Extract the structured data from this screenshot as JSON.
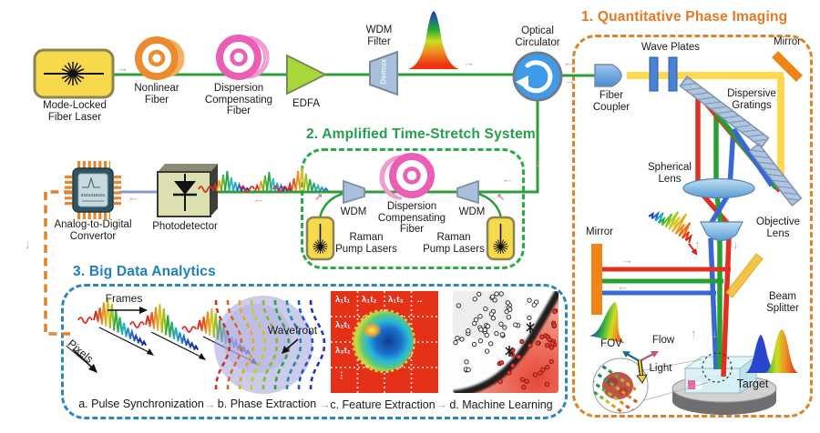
{
  "colors": {
    "fiber_green": "#2E9E3C",
    "connector_orange": "#E0822A",
    "qpi_accent": "#E87722",
    "ats_accent": "#21A14B",
    "analytics_accent": "#1F7EC2"
  },
  "icons": {
    "arrow_right": "→",
    "arrow_left": "←",
    "arrow_up": "↑",
    "arrow_down": "↓",
    "arrow_up_right": "↗",
    "arrow_up_left": "↖"
  },
  "source_chain": {
    "laser": "Mode-Locked\nFiber Laser",
    "nonlinear_fiber": "Nonlinear\nFiber",
    "dcf": "Dispersion\nCompensating\nFiber",
    "edfa": "EDFA",
    "wdm_filter": "WDM\nFilter",
    "demux": "Demux",
    "circulator": "Optical\nCirculator"
  },
  "qpi": {
    "title": "1. Quantitative Phase Imaging",
    "fiber_coupler": "Fiber\nCoupler",
    "wave_plates": "Wave Plates",
    "mirror_top": "Mirror",
    "gratings": "Dispersive\nGratings",
    "spherical_lens": "Spherical\nLens",
    "objective_lens": "Objective\nLens",
    "mirror_left": "Mirror",
    "beam_splitter": "Beam\nSplitter",
    "fov": "FOV",
    "flow": "Flow",
    "light": "Light",
    "target": "Target"
  },
  "ats": {
    "title": "2. Amplified Time-Stretch System",
    "wdm_left": "WDM",
    "wdm_right": "WDM",
    "dcf": "Dispersion\nCompensating\nFiber",
    "raman_left": "Raman\nPump Lasers",
    "raman_right": "Raman\nPump Lasers"
  },
  "detection": {
    "adc": "Analog-to-Digital\nConvertor",
    "adc_bits": "0101010101",
    "photodetector": "Photodetector"
  },
  "analytics": {
    "title": "3. Big Data Analytics",
    "frames": "Frames",
    "pixels": "Pixels",
    "wavefront": "Wavefront",
    "grid_labels": {
      "r1c1": "λ₁t₁",
      "r1c2": "λ₁t₂",
      "r1c3": "λ₁t₃",
      "r1c4": "..",
      "r2c1": "λ₂t₁",
      "r3c1": "λ₃t₁",
      "r4c1": "⋮"
    },
    "captions": {
      "a": "a. Pulse Synchronization",
      "b": "b. Phase Extraction",
      "c": "c. Feature Extraction",
      "d": "d. Machine Learning"
    }
  }
}
